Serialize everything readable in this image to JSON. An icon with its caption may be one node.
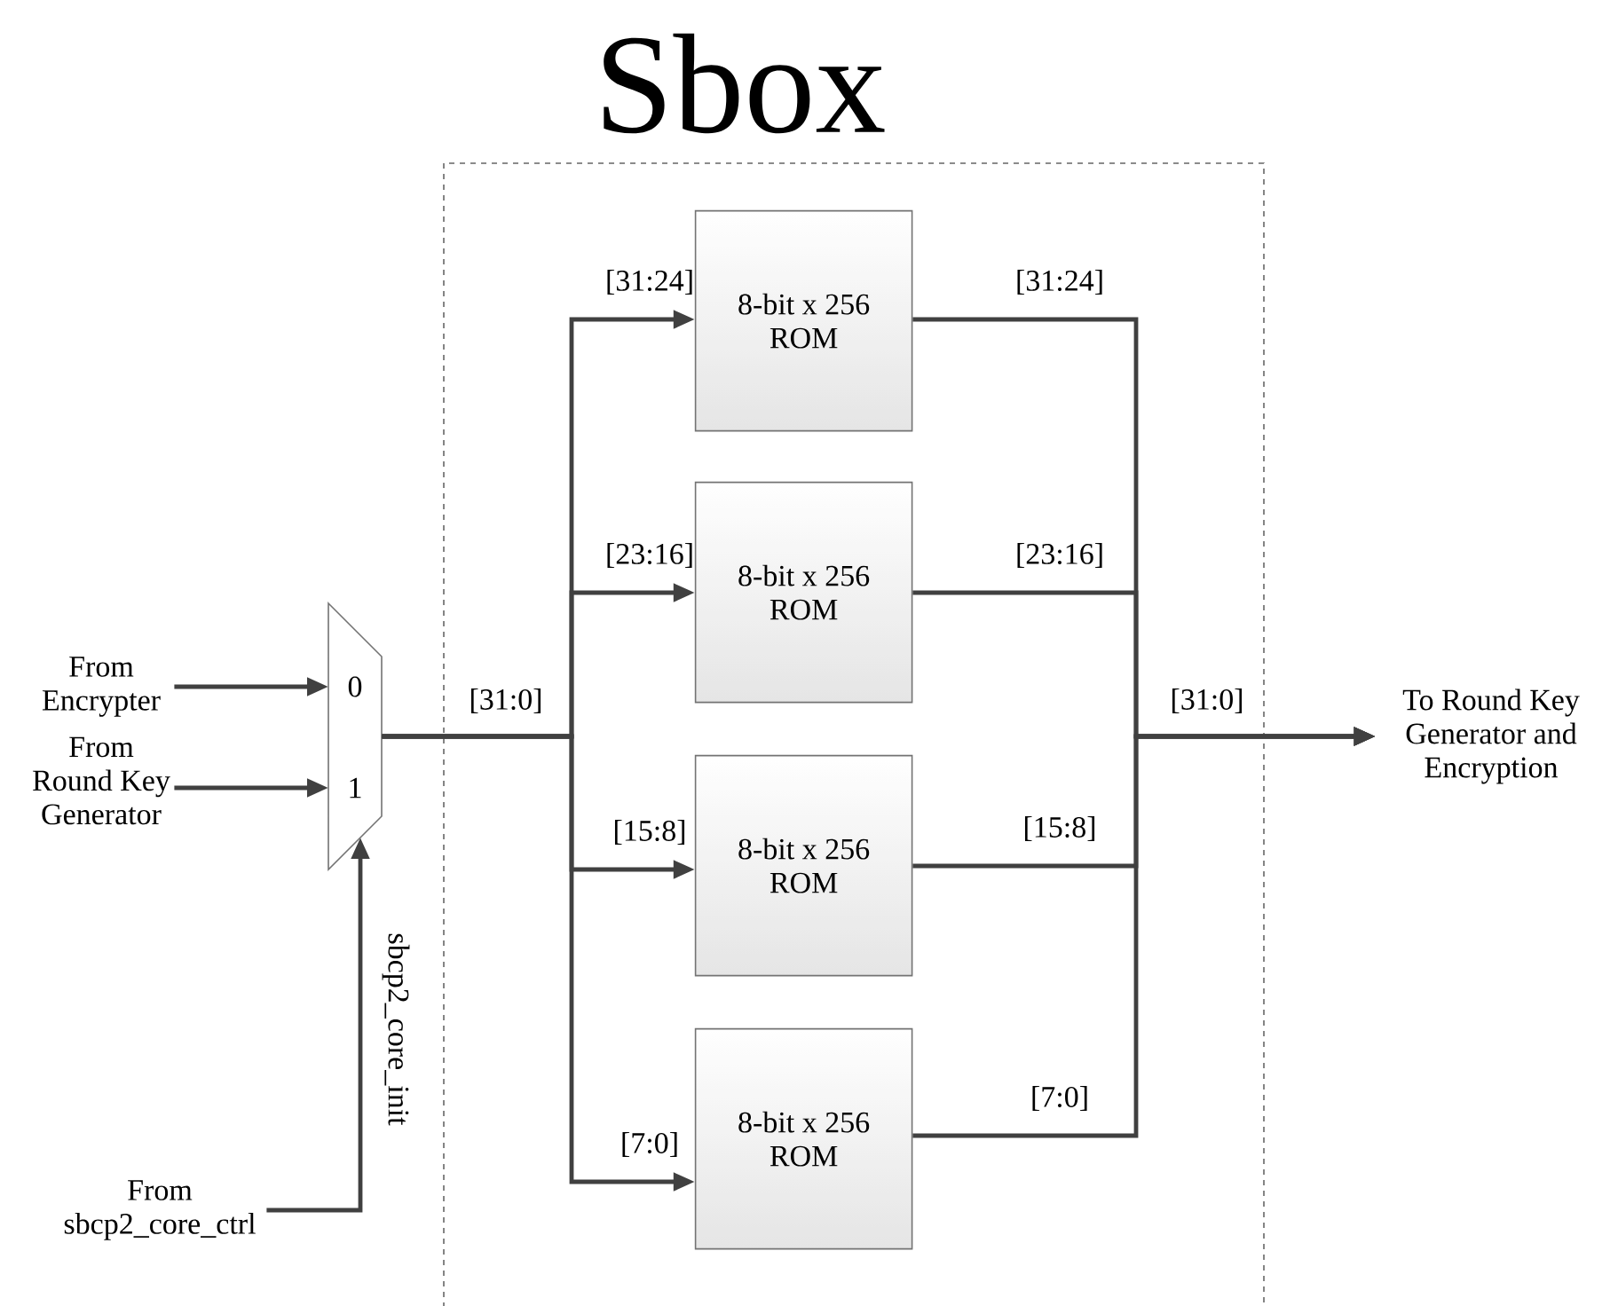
{
  "diagram": {
    "nodes": [
      {
        "text": [
          "Sbox"
        ]
      },
      {
        "text": [
          "From Encrypter"
        ]
      },
      {
        "text": [
          "From Round Key Generator"
        ]
      },
      {
        "text": [
          "From sbcp2_core_ctrl"
        ]
      },
      {
        "text": [
          "0",
          "1"
        ]
      },
      {
        "text": [
          "8-bit x 256 ROM"
        ],
        "in": 0
      },
      {
        "text": [
          "8-bit x 256 ROM"
        ],
        "in": 0
      },
      {
        "text": [
          "8-bit x 256 ROM"
        ],
        "in": 0
      },
      {
        "text": [
          "8-bit x 256 ROM"
        ],
        "in": 0
      },
      {
        "text": [
          "To Round Key Generator and Encryption"
        ]
      }
    ],
    "edges": [
      {
        "from": 1,
        "to": 4,
        "arrow": "to"
      },
      {
        "from": 2,
        "to": 4,
        "arrow": "to"
      },
      {
        "from": 3,
        "to": 4,
        "arrow": "to",
        "label": "sbcp2_core_init"
      },
      {
        "from": 4,
        "to": 5,
        "arrow": "to",
        "label": "[31:24]"
      },
      {
        "from": 4,
        "to": 6,
        "arrow": "to",
        "label": "[23:16]"
      },
      {
        "from": 4,
        "to": 7,
        "arrow": "to",
        "label": "[15:8]"
      },
      {
        "from": 4,
        "to": 8,
        "arrow": "to",
        "label": "[7:0]"
      },
      {
        "from": 5,
        "to": 9,
        "arrow": "to",
        "label": "[31:24]"
      },
      {
        "from": 6,
        "to": 9,
        "arrow": "to",
        "label": "[23:16]"
      },
      {
        "from": 7,
        "to": 9,
        "arrow": "to",
        "label": "[15:8]"
      },
      {
        "from": 8,
        "to": 9,
        "arrow": "to",
        "label": "[7:0]"
      }
    ],
    "labels": [
      "[31:0]",
      "[31:0]"
    ]
  }
}
